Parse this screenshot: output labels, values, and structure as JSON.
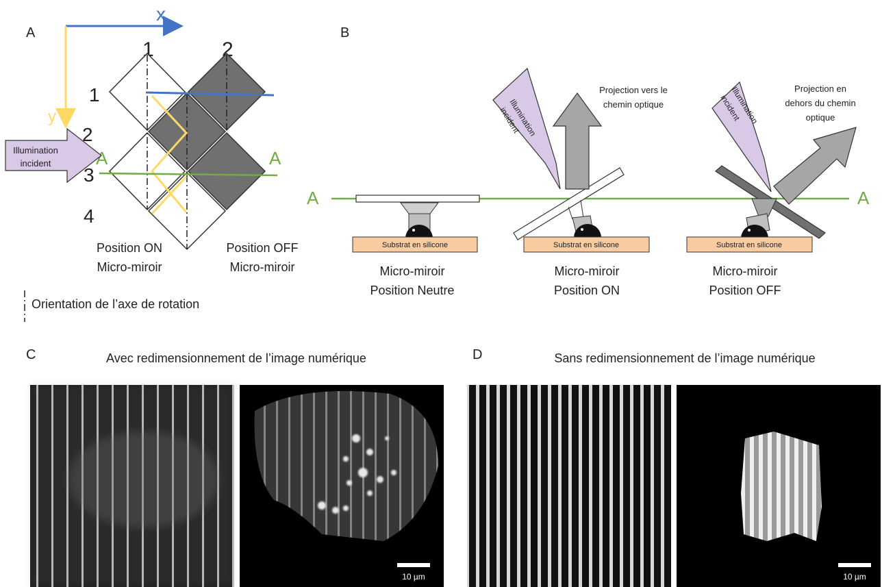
{
  "panelA": {
    "label": "A",
    "x_axis": "x",
    "y_axis": "y",
    "cols": [
      "1",
      "2"
    ],
    "rows": [
      "1",
      "2",
      "3",
      "4"
    ],
    "illumination": [
      "Illumination",
      "incident"
    ],
    "section_left": "A",
    "section_right": "A",
    "on_caption": [
      "Position ON",
      "Micro-miroir"
    ],
    "off_caption": [
      "Position OFF",
      "Micro-miroir"
    ],
    "legend": "Orientation de l’axe de rotation",
    "colors": {
      "x_axis": "#4472c4",
      "y_axis": "#ffd966",
      "section": "#70ad47",
      "off_mirror": "#707070",
      "illumination": "#d9c9e6"
    }
  },
  "panelB": {
    "label": "B",
    "section_left": "A",
    "section_right": "A",
    "substrate": "Substrat en silicone",
    "illumination": [
      "Illumination",
      "incident"
    ],
    "proj_on": [
      "Projection vers le",
      "chemin optique"
    ],
    "proj_off": [
      "Projection en",
      "dehors du chemin",
      "optique"
    ],
    "neutral_caption": [
      "Micro-miroir",
      "Position Neutre"
    ],
    "on_caption": [
      "Micro-miroir",
      "Position ON"
    ],
    "off_caption": [
      "Micro-miroir",
      "Position OFF"
    ],
    "colors": {
      "substrate": "#f8cba0",
      "arrow": "#a6a6a6"
    }
  },
  "panelC": {
    "label": "C",
    "title": "Avec redimensionnement de l’image numérique",
    "scalebar": "10 µm"
  },
  "panelD": {
    "label": "D",
    "title": "Sans redimensionnement de l’image numérique",
    "scalebar": "10 µm"
  }
}
